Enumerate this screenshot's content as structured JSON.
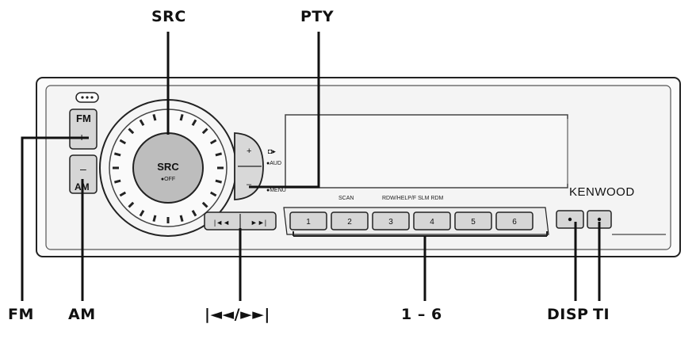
{
  "callouts": {
    "src": "SRC",
    "pty": "PTY",
    "fm": "FM",
    "am": "AM",
    "seek": "|◄◄/►►|",
    "presets": "1 – 6",
    "disp": "DISP",
    "ti": "TI"
  },
  "unit": {
    "fm_label": "FM",
    "am_label": "AM",
    "src_knob_label": "SRC",
    "off_label": "●OFF",
    "aud_label": "●AUD",
    "menu_label": "●MENU",
    "brand": "KENWOOD",
    "scan_label": "SCAN",
    "function_row_label": "RDW/HELP/F SLM RDM",
    "seek_back_glyph": "|◄◄",
    "seek_fwd_glyph": "►►|",
    "preset_labels": [
      "1",
      "2",
      "3",
      "4",
      "5",
      "6"
    ]
  },
  "colors": {
    "ink": "#111111",
    "panel_face": "#f7f7f7",
    "button_gray": "#d8d8d8",
    "knob_gray": "#bdbdbd"
  }
}
